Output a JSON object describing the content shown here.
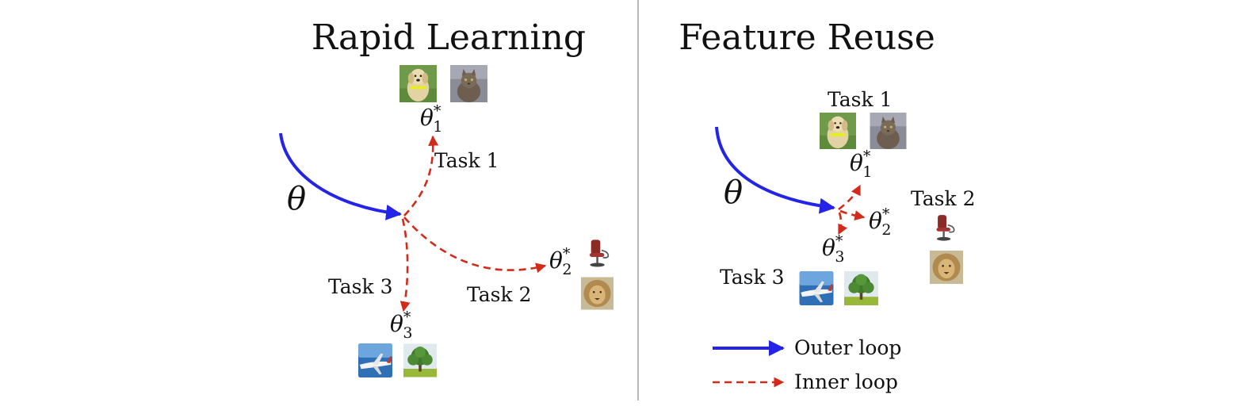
{
  "panels": [
    {
      "title": "Rapid Learning",
      "outer_symbol": "θ",
      "tasks": [
        {
          "label": "Task 1",
          "symbol": "θ",
          "sub": "1",
          "sup": "*",
          "images": [
            "dog-photo",
            "cat-photo"
          ]
        },
        {
          "label": "Task 2",
          "symbol": "θ",
          "sub": "2",
          "sup": "*",
          "images": [
            "chair-photo",
            "lion-photo"
          ]
        },
        {
          "label": "Task 3",
          "symbol": "θ",
          "sub": "3",
          "sup": "*",
          "images": [
            "airplane-photo",
            "tree-photo"
          ]
        }
      ]
    },
    {
      "title": "Feature Reuse",
      "outer_symbol": "θ",
      "tasks": [
        {
          "label": "Task 1",
          "symbol": "θ",
          "sub": "1",
          "sup": "*",
          "images": [
            "dog-photo",
            "cat-photo"
          ]
        },
        {
          "label": "Task 2",
          "symbol": "θ",
          "sub": "2",
          "sup": "*",
          "images": [
            "chair-photo",
            "lion-photo"
          ]
        },
        {
          "label": "Task 3",
          "symbol": "θ",
          "sub": "3",
          "sup": "*",
          "images": [
            "airplane-photo",
            "tree-photo"
          ]
        }
      ]
    }
  ],
  "legend": [
    {
      "label": "Outer loop",
      "style": "solid",
      "color": "#2424e8"
    },
    {
      "label": "Inner loop",
      "style": "dashed",
      "color": "#d42a1a"
    }
  ],
  "colors": {
    "outer": "#2424e8",
    "inner": "#d42a1a",
    "divider": "#888888"
  }
}
